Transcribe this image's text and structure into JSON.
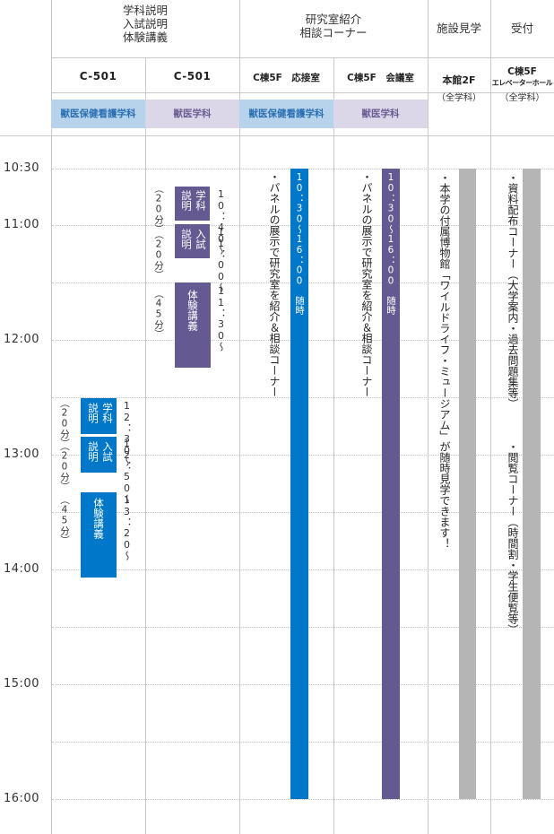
{
  "headers": {
    "group1": [
      "学科説明",
      "入試説明",
      "体験講義"
    ],
    "group2": [
      "研究室紹介",
      "相談コーナー"
    ],
    "group3": "施設見学",
    "group4": "受付"
  },
  "rooms": {
    "r1": "C-501",
    "r2": "C-501",
    "r3": "C棟5F　応接室",
    "r4": "C棟5F　会議室",
    "r5_title": "本館2F",
    "r5_sub": "（全学科）",
    "r6_title": "C棟5F",
    "r6_title2": "エレベーターホール",
    "r6_sub": "（全学科）"
  },
  "departments": {
    "d1": "獣医保健看護学科",
    "d2": "獣医学科",
    "d3": "獣医保健看護学科",
    "d4": "獣医学科"
  },
  "times": [
    "10:30",
    "11:00",
    "12:00",
    "13:00",
    "14:00",
    "15:00",
    "16:00"
  ],
  "vet_sessions": {
    "s1_label": [
      "学科",
      "説明"
    ],
    "s1_duration": "（20分）",
    "s1_time": "10：40〜",
    "s2_label": [
      "入試",
      "説明"
    ],
    "s2_duration": "（20分）",
    "s2_time": "11：00〜",
    "s3_label": "体験講義",
    "s3_duration": "（45分）",
    "s3_time": "11：30〜"
  },
  "nurse_sessions": {
    "s1_label": [
      "学科",
      "説明"
    ],
    "s1_duration": "（20分）",
    "s1_time": "12：30〜",
    "s2_label": [
      "入試",
      "説明"
    ],
    "s2_duration": "（20分）",
    "s2_time": "12：50〜",
    "s3_label": "体験講義",
    "s3_duration": "（45分）",
    "s3_time": "13：20〜"
  },
  "lab": {
    "note1": "・パネルの展示で研究室を紹介＆相談コーナー",
    "bar1_text": "10：30〜16：00　随時",
    "note2": "・パネルの展示で研究室を紹介＆相談コーナー",
    "bar2_text": "10：30〜16：00　随時"
  },
  "facility": {
    "note": "・本学の付属博物館「ワイルドライフ・ミュージアム」が随時見学できます！"
  },
  "reception": {
    "note1": "・資料配布コーナー（大学案内・過去問題集等）",
    "note2": "・閲覧コーナー（時間割・学生便覧等）"
  },
  "colors": {
    "blue": "#0077c8",
    "purple": "#645a91",
    "gray": "#b5b5b5",
    "nurse_tag_bg": "#b7d3ec",
    "vet_tag_bg": "#dcd7e8"
  }
}
